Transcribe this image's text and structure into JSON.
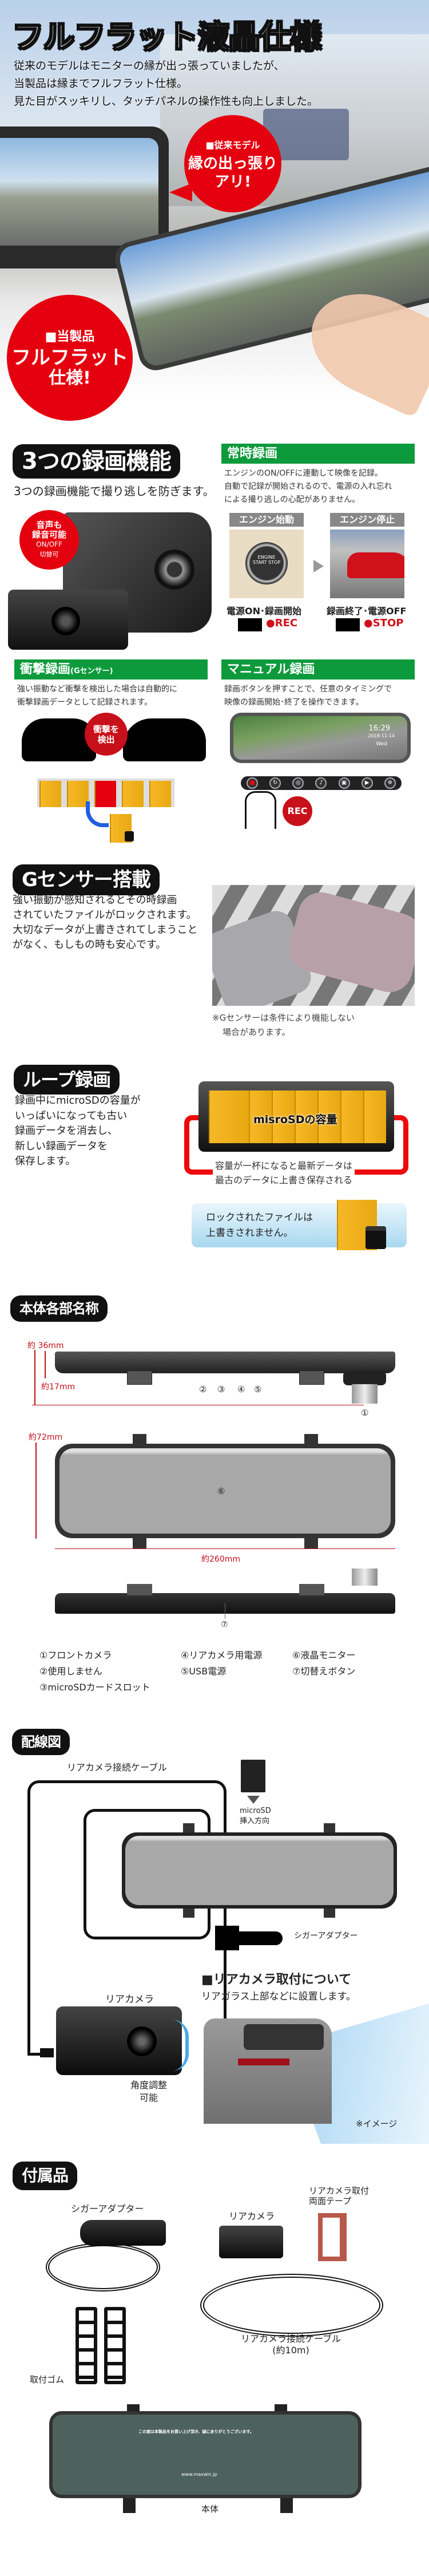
{
  "hero": {
    "title": "フルフラット液晶仕様",
    "lines": [
      "従来のモデルはモニターの縁が出っ張っていましたが、",
      "当製品は縁までフルフラット仕様。",
      "見た目がスッキリし、タッチパネルの操作性も向上しました。"
    ],
    "old_bubble": {
      "head": "■従来モデル",
      "line1": "縁の出っ張り",
      "line2": "アリ!"
    },
    "new_bubble": {
      "head": "■当製品",
      "line1": "フルフラット",
      "line2": "仕様!"
    }
  },
  "three_modes": {
    "title": "3つの録画機能",
    "subtitle": "3つの録画機能で撮り逃しを防ぎます。",
    "audio_badge": {
      "line1": "音声も",
      "line2": "録音可能",
      "line3": "ON/OFF",
      "line4": "切替可"
    },
    "always": {
      "title": "常時録画",
      "lines": [
        "エンジンのON/OFFに連動して映像を記録。",
        "自動で記録が開始されるので、電源の入れ忘れ",
        "による撮り逃しの心配がありません。"
      ],
      "start_label": "エンジン始動",
      "stop_label": "エンジン停止",
      "button_text": "ENGINE START STOP",
      "start_caption": "電源ON･録画開始",
      "stop_caption": "録画終了･電源OFF",
      "rec": "●REC",
      "stop": "●STOP"
    },
    "impact": {
      "title": "衝撃録画",
      "title_sub": "(Gセンサー)",
      "lines": [
        "強い振動など衝撃を検出した場合は自動的に",
        "衝撃録画データとして記録されます。"
      ],
      "badge": [
        "衝撃を",
        "検出"
      ]
    },
    "manual": {
      "title": "マニュアル録画",
      "lines": [
        "録画ボタンを押すことで、任意のタイミングで",
        "映像の録画開始･終了を操作できます。"
      ],
      "clock": "16:29",
      "date": "2018-11-14",
      "day": "Wed",
      "rec": "REC"
    }
  },
  "gsensor": {
    "title": "Gセンサー搭載",
    "lines": [
      "強い振動が感知されるとその時録画",
      "されていたファイルがロックされます。",
      "大切なデータが上書きされてしまうこと",
      "がなく、もしもの時も安心です。"
    ],
    "note": [
      "※Gセンサーは条件により機能しない",
      "場合があります。"
    ]
  },
  "loop": {
    "title": "ループ録画",
    "lines": [
      "録画中にmicroSDの容量が",
      "いっぱいになっても古い",
      "録画データを消去し、",
      "新しい録画データを",
      "保存します。"
    ],
    "capacity_label": "misroSDの容量",
    "caption": [
      "容量が一杯になると最新データは",
      "最古のデータに上書き保存される"
    ],
    "lock_note": [
      "ロックされたファイルは",
      "上書きされません。"
    ]
  },
  "parts": {
    "title": "本体各部名称",
    "dims": {
      "depth": "約 36mm",
      "depth2": "約17mm",
      "height": "約72mm",
      "width": "約260mm"
    },
    "markers": [
      "①",
      "②",
      "③",
      "④",
      "⑤",
      "⑥",
      "⑦"
    ],
    "list": [
      "①フロントカメラ",
      "②使用しません",
      "③microSDカードスロット",
      "④リアカメラ用電源",
      "⑤USB電源",
      "⑥液晶モニター",
      "⑦切替えボタン"
    ]
  },
  "wiring": {
    "title": "配線図",
    "cable_label": "リアカメラ接続ケーブル",
    "sd_label": [
      "microSD",
      "挿入方向"
    ],
    "cigar_label": "シガーアダプター",
    "rear_cam_label": "リアカメラ",
    "angle_label": [
      "角度調整",
      "可能"
    ],
    "mount_title": "■リアカメラ取付について",
    "mount_sub": "リアガラス上部などに設置します。",
    "image_note": "※イメージ"
  },
  "accessories": {
    "title": "付属品",
    "cigar": "シガーアダプター",
    "rear_cam": "リアカメラ",
    "tape": [
      "リアカメラ取付",
      "両面テープ"
    ],
    "cable": [
      "リアカメラ接続ケーブル",
      "(約10m)"
    ],
    "rubber": "取付ゴム",
    "body": "本体",
    "screen_text": [
      "この度は本製品をお買い上げ頂き、誠にありがとうございます。",
      "www.maxwin.jp"
    ]
  },
  "colors": {
    "green": "#0d9a3c",
    "red": "#e5000f",
    "folder": "#f6b826"
  }
}
